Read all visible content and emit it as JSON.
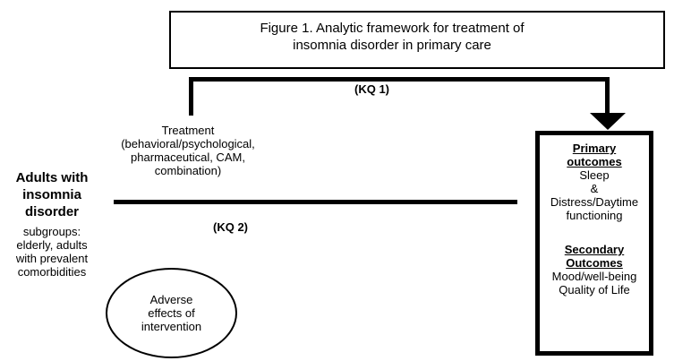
{
  "figure": {
    "title": "Figure 1. Analytic framework for treatment of\n insomnia disorder in primary care"
  },
  "labels": {
    "kq1": "(KQ 1)",
    "kq2": "(KQ 2)"
  },
  "population": {
    "name": "Adults with\ninsomnia\ndisorder",
    "subgroups": "subgroups:\nelderly, adults\nwith prevalent\ncomorbidities"
  },
  "treatment": {
    "text": "Treatment\n(behavioral/psychological,\npharmaceutical, CAM,\ncombination)"
  },
  "adverse": {
    "text": "Adverse\neffects of\nintervention"
  },
  "outcomes": {
    "primary_heading_line1": "Primary",
    "primary_heading_line2": "outcomes",
    "primary_items": "Sleep\n&\nDistress/Daytime\nfunctioning",
    "secondary_heading_line1": "Secondary",
    "secondary_heading_line2": "Outcomes",
    "secondary_items": "Mood/well-being\nQuality of Life"
  },
  "colors": {
    "line": "#000000",
    "background": "#ffffff"
  }
}
